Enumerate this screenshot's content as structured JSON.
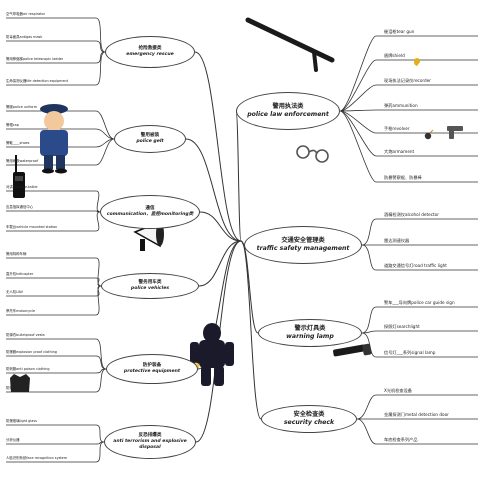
{
  "left_branches": [
    {
      "zh": "抢险救援类",
      "en": "emergency rescue",
      "leaves": [
        "空气呼吸器air respirator",
        "防毒面具antigas mask",
        "警用伸缩梯police telescopic ladder",
        "生命探测仪器life detection equipment"
      ]
    },
    {
      "zh": "警用被装",
      "en": "police gelt",
      "leaves": [
        "警服police uniform",
        "警帽cap",
        "警鞋____shoes",
        "警用雨衣waterproof"
      ]
    },
    {
      "zh": "通信",
      "en": "communication、监控monitoring类",
      "leaves": [
        "对讲机walkie-talkie",
        "应急指挥通信中心",
        "车载台vehicle mounted station"
      ]
    },
    {
      "zh": "警务用车类",
      "en": "police vehicles",
      "leaves": [
        "警用特种车辆",
        "直升机helicopter",
        "无人机UAV",
        "摩托车motorcycle"
      ]
    },
    {
      "zh": "防护装备",
      "en": "protective equipment",
      "leaves": [
        "防弹衣bulletproof vests",
        "防爆服explosion proof clothing",
        "防刺服anti poison clothing",
        "防弹头盔"
      ]
    },
    {
      "zh": "反恐排爆类",
      "en": "anti terrorism and explosive disposal",
      "leaves": [
        "防爆玻璃light glass",
        "分析仪器",
        "人脸识别系统face recognition system"
      ]
    }
  ],
  "right_branches": [
    {
      "zh": "警用执法类",
      "en": "police law enforcement",
      "leaves": [
        "催泪枪tear gun",
        "盾牌shield",
        "现场执法记录仪recorder",
        "弹药ammunition",
        "手枪revolver",
        "大炮armament",
        "防暴警察棍、防暴棒"
      ]
    },
    {
      "zh": "交通安全管理类",
      "en": "traffic safety management",
      "leaves": [
        "酒精检测仪alcohol detector",
        "雷达测速仪器",
        "道路交通信号灯road traffic light"
      ]
    },
    {
      "zh": "警示灯具类",
      "en": "warning lamp",
      "leaves": [
        "警车___导向牌police car guide sign",
        "探照灯searchlight",
        "信号灯___系列signal lamp"
      ]
    },
    {
      "zh": "安全检查类",
      "en": "security check",
      "leaves": [
        "X光机检查设备",
        "金属探测门metal detection door",
        "车底检查系列产品"
      ]
    }
  ],
  "colors": {
    "line": "#333333",
    "node_border": "#444444",
    "text": "#222222"
  },
  "icons": [
    "baton-icon",
    "police-officer-icon",
    "walkie-talkie-icon",
    "megaphone-icon",
    "vest-icon",
    "bomb-suit-icon",
    "handcuffs-icon",
    "pistol-icon",
    "flashlight-icon",
    "bomb-icon",
    "face-emoji-icon",
    "shield-emoji-icon"
  ]
}
